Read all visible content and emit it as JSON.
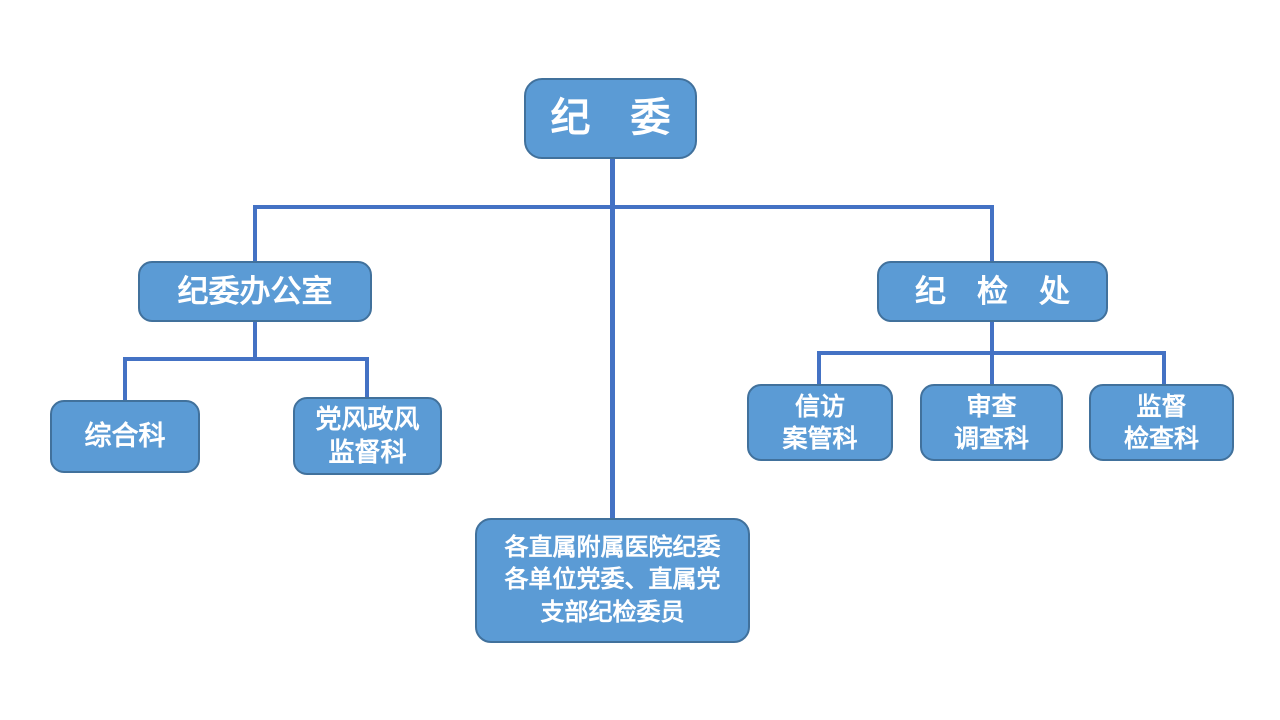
{
  "diagram": {
    "type": "org-chart",
    "colors": {
      "node_fill": "#5B9BD5",
      "node_border": "#41719C",
      "connector": "#4472C4",
      "text": "#FFFFFF",
      "background": "#FFFFFF"
    },
    "nodes": {
      "root": {
        "label": "纪　委"
      },
      "office": {
        "label": "纪委办公室"
      },
      "inspection": {
        "label": "纪　检　处"
      },
      "general": {
        "label": "综合科"
      },
      "party": {
        "label": "党风政风\n监督科"
      },
      "petition": {
        "label": "信访\n案管科"
      },
      "review": {
        "label": "审查\n调查科"
      },
      "supervision": {
        "label": "监督\n检查科"
      },
      "affiliates": {
        "label": "各直属附属医院纪委\n各单位党委、直属党\n支部纪检委员"
      }
    },
    "hierarchy": {
      "node": "纪委",
      "children": [
        {
          "node": "纪委办公室",
          "children": [
            {
              "node": "综合科"
            },
            {
              "node": "党风政风监督科"
            }
          ]
        },
        {
          "node": "各直属附属医院纪委各单位党委、直属党支部纪检委员"
        },
        {
          "node": "纪检处",
          "children": [
            {
              "node": "信访案管科"
            },
            {
              "node": "审查调查科"
            },
            {
              "node": "监督检查科"
            }
          ]
        }
      ]
    }
  }
}
